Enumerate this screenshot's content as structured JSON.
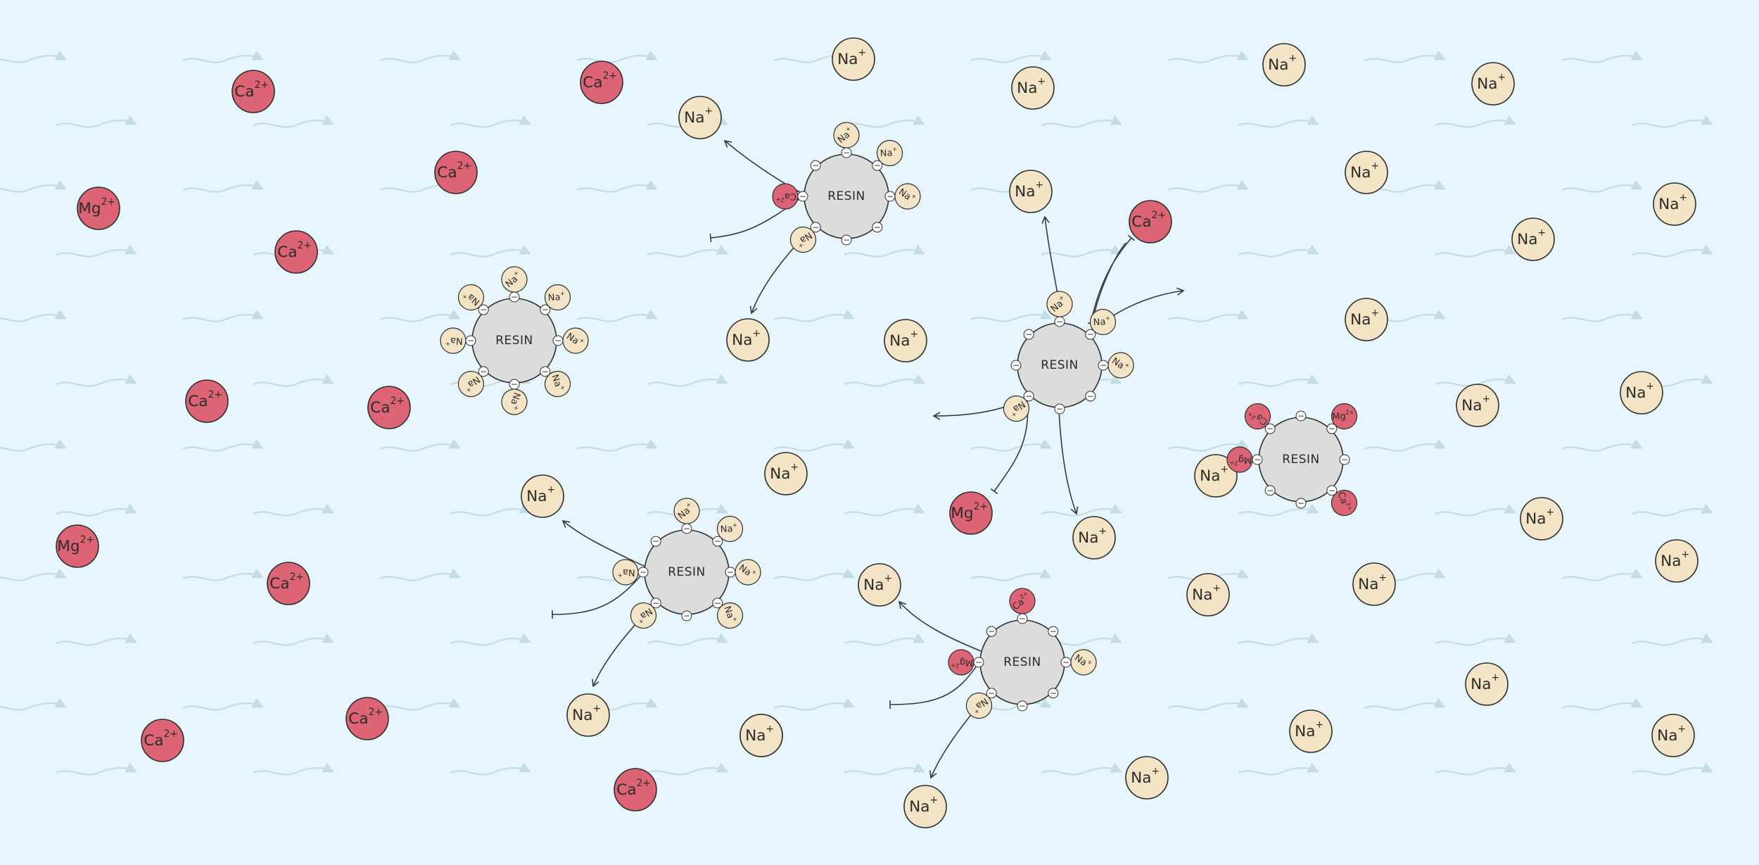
{
  "labels": {
    "sodium": "Na",
    "sodium_charge": "+",
    "calcium": "Ca",
    "magnesium": "Mg",
    "divalent_charge": "2+",
    "resin": "RESIN",
    "site": "−"
  },
  "colors": {
    "background": "#e7f6fd",
    "flow_arrow": "#c4dde3",
    "sodium_fill": "#f4e4c6",
    "hardness_fill": "#dc6474",
    "ion_stroke": "#2e2e2e",
    "resin_fill": "#dcdcdc",
    "site_fill": "#ffffff",
    "path_stroke": "#3a3a3a"
  },
  "free_ions": [
    {
      "type": "Ca"
    },
    {
      "type": "Ca"
    },
    {
      "type": "Ca"
    },
    {
      "type": "Mg"
    },
    {
      "type": "Ca"
    },
    {
      "type": "Ca"
    },
    {
      "type": "Ca"
    },
    {
      "type": "Mg"
    },
    {
      "type": "Ca"
    },
    {
      "type": "Ca"
    },
    {
      "type": "Ca"
    },
    {
      "type": "Mg"
    },
    {
      "type": "Ca"
    },
    {
      "type": "Ca"
    },
    {
      "type": "Mg"
    },
    {
      "type": "Na"
    },
    {
      "type": "Na"
    },
    {
      "type": "Na"
    },
    {
      "type": "Na"
    },
    {
      "type": "Na"
    },
    {
      "type": "Na"
    },
    {
      "type": "Na"
    },
    {
      "type": "Na"
    },
    {
      "type": "Na"
    },
    {
      "type": "Na"
    },
    {
      "type": "Na"
    },
    {
      "type": "Na"
    },
    {
      "type": "Na"
    },
    {
      "type": "Na"
    },
    {
      "type": "Na"
    },
    {
      "type": "Na"
    },
    {
      "type": "Na"
    },
    {
      "type": "Na"
    },
    {
      "type": "Na"
    },
    {
      "type": "Na"
    },
    {
      "type": "Na"
    },
    {
      "type": "Na"
    },
    {
      "type": "Na"
    },
    {
      "type": "Na"
    },
    {
      "type": "Na"
    },
    {
      "type": "Na"
    },
    {
      "type": "Na"
    },
    {
      "type": "Na"
    },
    {
      "type": "Na"
    },
    {
      "type": "Na"
    }
  ],
  "resins": [
    {
      "site_count": 8,
      "bound": [
        "Na",
        "Na",
        "Na",
        "Na",
        "Na",
        "Na",
        "Na",
        "Na"
      ]
    },
    {
      "site_count": 8,
      "bound": [
        "Na",
        "Ca",
        "Na",
        "Na",
        "Na"
      ]
    },
    {
      "site_count": 8,
      "bound": [
        "Na",
        "Na",
        "Na",
        "Na",
        "Na",
        "Na"
      ]
    },
    {
      "site_count": 8,
      "bound": [
        "Na",
        "Na",
        "Na",
        "Na"
      ]
    },
    {
      "site_count": 8,
      "bound": [
        "Mg",
        "Ca",
        "Mg",
        "Ca"
      ]
    },
    {
      "site_count": 8,
      "bound": [
        "Na",
        "Mg",
        "Ca",
        "Na"
      ]
    }
  ]
}
